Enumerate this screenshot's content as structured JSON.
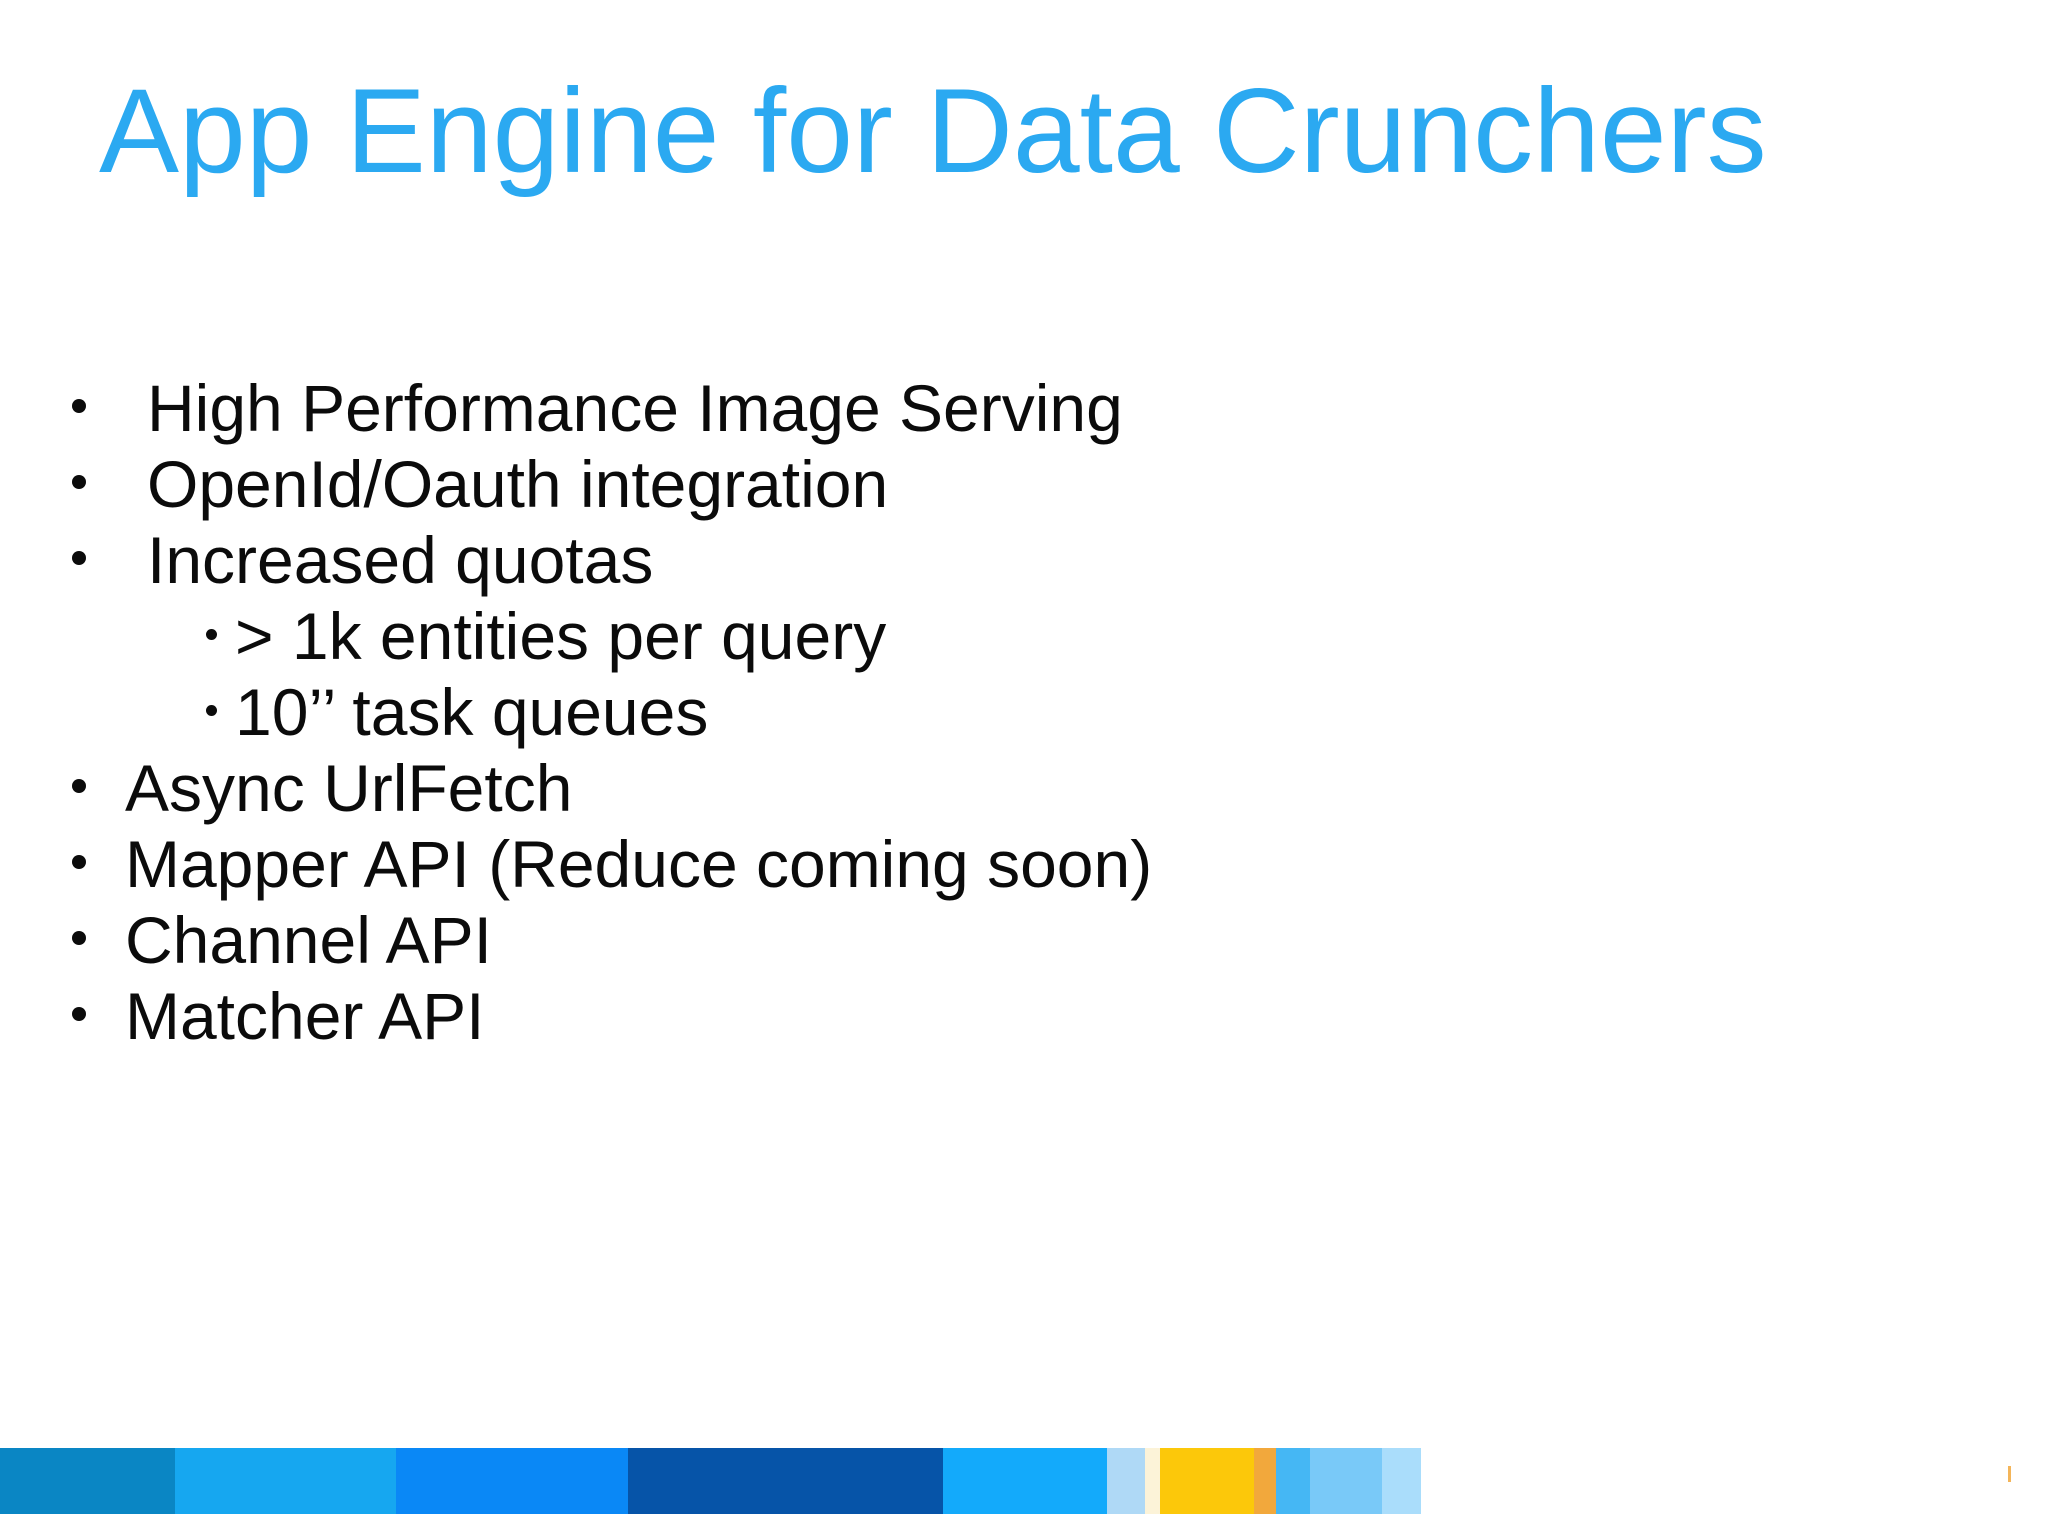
{
  "slide": {
    "title": "App Engine for Data Crunchers",
    "title_color": "#2BA9F1",
    "text_color": "#0B0B0B",
    "background_color": "#FFFFFF",
    "bullets": [
      {
        "level": 1,
        "text": "High Performance Image Serving"
      },
      {
        "level": 1,
        "text": "OpenId/Oauth integration"
      },
      {
        "level": 1,
        "text": "Increased quotas"
      },
      {
        "level": 2,
        "text": "> 1k entities per query"
      },
      {
        "level": 2,
        "text": "10’’ task queues"
      },
      {
        "level": 1,
        "text": "Async UrlFetch"
      },
      {
        "level": 1,
        "text": "Mapper API (Reduce coming soon)"
      },
      {
        "level": 1,
        "text": "Channel API"
      },
      {
        "level": 1,
        "text": "Matcher API"
      }
    ],
    "footer": {
      "segments": [
        {
          "name": "ocean-blue",
          "color": "#0A86C4"
        },
        {
          "name": "bright-blue",
          "color": "#16A7F0"
        },
        {
          "name": "azure",
          "color": "#0A88F6"
        },
        {
          "name": "dark-blue",
          "color": "#0654A8"
        },
        {
          "name": "vivid-blue",
          "color": "#13AAFB"
        },
        {
          "name": "pale-blue",
          "color": "#AFD9F6"
        },
        {
          "name": "cream",
          "color": "#FCF3D8"
        },
        {
          "name": "gold",
          "color": "#FCC80A"
        },
        {
          "name": "orange",
          "color": "#F2A83C"
        },
        {
          "name": "medium-sky",
          "color": "#45B7F4"
        },
        {
          "name": "light-sky",
          "color": "#79C9F8"
        },
        {
          "name": "palest-sky",
          "color": "#AADDFB"
        }
      ],
      "tick_color": "#F2A83C"
    }
  }
}
